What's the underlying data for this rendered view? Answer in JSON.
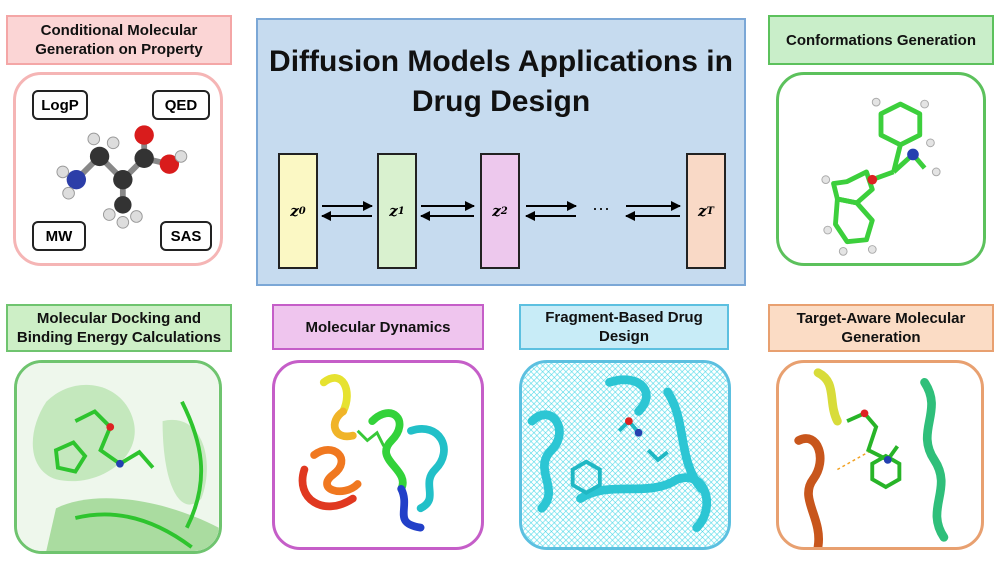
{
  "title": "Diffusion Models Applications in Drug Design",
  "latents": [
    {
      "symbol": "z",
      "sub": "0"
    },
    {
      "symbol": "z",
      "sub": "1"
    },
    {
      "symbol": "z",
      "sub": "2"
    },
    {
      "symbol": "z",
      "sub": "T"
    }
  ],
  "ellipsis": "···",
  "panels": {
    "conditional": {
      "label": "Conditional Molecular Generation on Property",
      "props": [
        "LogP",
        "QED",
        "MW",
        "SAS"
      ]
    },
    "conformations": {
      "label": "Conformations Generation"
    },
    "docking": {
      "label": "Molecular Docking and Binding Energy Calculations"
    },
    "dynamics": {
      "label": "Molecular Dynamics"
    },
    "fragment": {
      "label": "Fragment-Based Drug Design"
    },
    "target": {
      "label": "Target-Aware Molecular Generation"
    }
  },
  "colors": {
    "conditional": "#f4a6a6",
    "conditional_fill": "#fbd5d5",
    "conformations": "#5cc15c",
    "conformations_fill": "#c9eec9",
    "docking": "#6fc46f",
    "docking_fill": "#cdefc6",
    "dynamics": "#c55ec8",
    "dynamics_fill": "#efc5ee",
    "fragment": "#5cc0e0",
    "fragment_fill": "#c8ecf7",
    "target": "#e8a070",
    "target_fill": "#fbdcc5",
    "center": "#c6dbef",
    "z0": "#fbf8c4",
    "z1": "#d9f1cf",
    "z2": "#edc8ed",
    "zT": "#f9d9c6"
  }
}
